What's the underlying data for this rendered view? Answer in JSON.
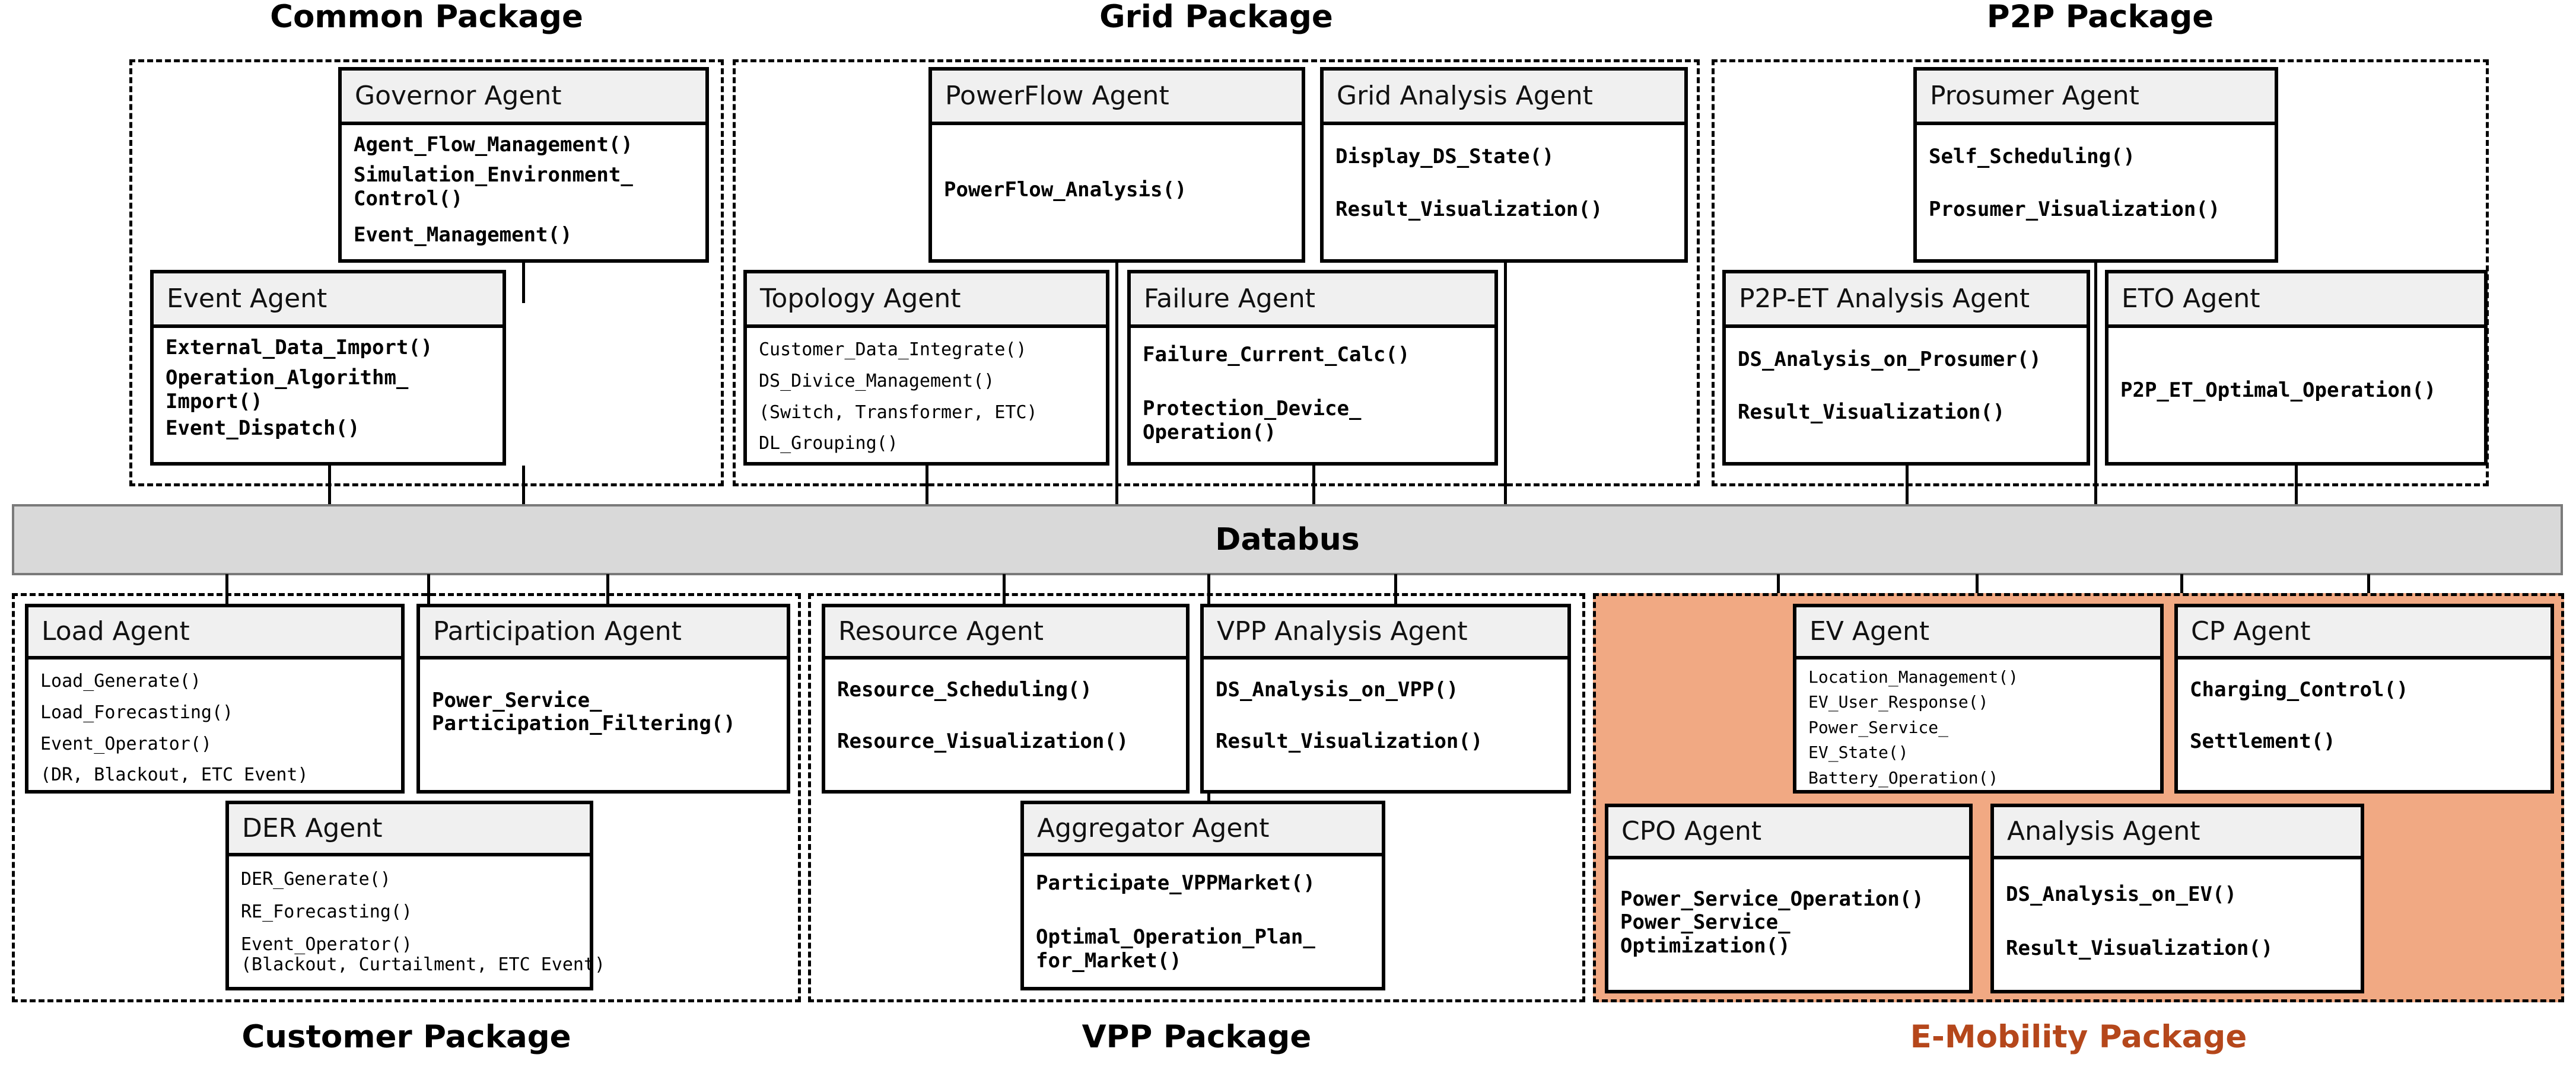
{
  "diagram": {
    "databus_label": "Databus",
    "accent_color": "#F1A983",
    "accent_text_color": "#B5471B",
    "header_fill": "#F0F0F0",
    "databus_fill": "#D9D9D9"
  },
  "packages": {
    "common": {
      "title": "Common Package",
      "agents": {
        "governor": {
          "title": "Governor Agent",
          "methods": [
            "Agent_Flow_Management()",
            "Simulation_Environment_",
            "Control()",
            "",
            "Event_Management()"
          ]
        },
        "event": {
          "title": "Event Agent",
          "methods": [
            "External_Data_Import()",
            "Operation_Algorithm_",
            "Import()",
            "Event_Dispatch()"
          ]
        }
      }
    },
    "grid": {
      "title": "Grid Package",
      "agents": {
        "powerflow": {
          "title": "PowerFlow Agent",
          "methods": [
            "PowerFlow_Analysis()"
          ]
        },
        "grid_analysis": {
          "title": "Grid Analysis Agent",
          "methods": [
            "Display_DS_State()",
            "",
            "Result_Visualization()"
          ]
        },
        "topology": {
          "title": "Topology Agent",
          "methods": [
            "Customer_Data_Integrate()",
            "DS_Divice_Management()",
            "(Switch, Transformer, ETC)",
            "DL_Grouping()"
          ]
        },
        "failure": {
          "title": "Failure Agent",
          "methods": [
            "Failure_Current_Calc()",
            "",
            "Protection_Device_",
            "Operation()"
          ]
        }
      }
    },
    "p2p": {
      "title": "P2P Package",
      "agents": {
        "prosumer": {
          "title": "Prosumer Agent",
          "methods": [
            "Self_Scheduling()",
            "",
            "Prosumer_Visualization()"
          ]
        },
        "p2p_et_analysis": {
          "title": "P2P-ET Analysis Agent",
          "methods": [
            "DS_Analysis_on_Prosumer()",
            "",
            "Result_Visualization()"
          ]
        },
        "eto": {
          "title": "ETO Agent",
          "methods": [
            "P2P_ET_Optimal_Operation()"
          ]
        }
      }
    },
    "customer": {
      "title": "Customer Package",
      "agents": {
        "load": {
          "title": "Load Agent",
          "methods": [
            "Load_Generate()",
            "Load_Forecasting()",
            "Event_Operator()",
            "(DR, Blackout, ETC Event)"
          ]
        },
        "participation": {
          "title": "Participation Agent",
          "methods": [
            "Power_Service_",
            "Participation_Filtering()"
          ]
        },
        "der": {
          "title": "DER Agent",
          "methods": [
            "DER_Generate()",
            "RE_Forecasting()",
            "Event_Operator()",
            "(Blackout, Curtailment, ETC Event)"
          ]
        }
      }
    },
    "vpp": {
      "title": "VPP Package",
      "agents": {
        "resource": {
          "title": "Resource Agent",
          "methods": [
            "Resource_Scheduling()",
            "",
            "Resource_Visualization()"
          ]
        },
        "vpp_analysis": {
          "title": "VPP Analysis Agent",
          "methods": [
            "DS_Analysis_on_VPP()",
            "",
            "Result_Visualization()"
          ]
        },
        "aggregator": {
          "title": "Aggregator Agent",
          "methods": [
            "Participate_VPPMarket()",
            "",
            "Optimal_Operation_Plan_",
            "for_Market()"
          ]
        }
      }
    },
    "emobility": {
      "title": "E-Mobility Package",
      "agents": {
        "ev": {
          "title": "EV Agent",
          "methods": [
            "Location_Management()",
            "EV_User_Response()",
            "Power_Service_",
            "EV_State()",
            "Battery_Operation()"
          ]
        },
        "cp": {
          "title": "CP Agent",
          "methods": [
            "Charging_Control()",
            "",
            "Settlement()"
          ]
        },
        "cpo": {
          "title": "CPO Agent",
          "methods": [
            "Power_Service_Operation()",
            "Power_Service_",
            "Optimization()"
          ]
        },
        "analysis": {
          "title": "Analysis Agent",
          "methods": [
            "DS_Analysis_on_EV()",
            "",
            "Result_Visualization()"
          ]
        }
      }
    }
  }
}
